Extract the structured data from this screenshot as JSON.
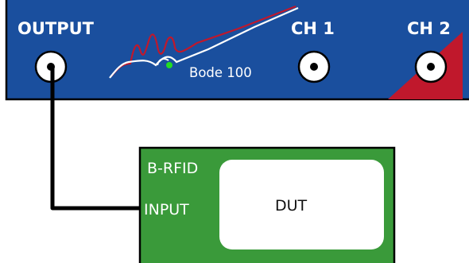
{
  "instrument": {
    "name": "Bode 100",
    "output_label": "OUTPUT",
    "ch1_label": "CH 1",
    "ch2_label": "CH 2",
    "panel_color": "#1a4f9e",
    "accent_color": "#c0182c",
    "led_color": "#22dd22"
  },
  "fixture": {
    "name": "B-RFID",
    "input_label": "INPUT",
    "dut_label": "DUT",
    "board_color": "#3a9a3a"
  },
  "cable": {
    "color": "#000000"
  }
}
